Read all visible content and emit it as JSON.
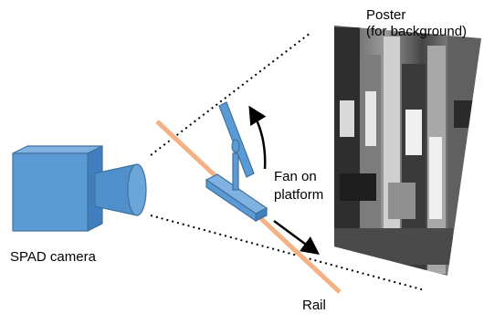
{
  "labels": {
    "poster_line1": "Poster",
    "poster_line2": "(for background)",
    "fan_line1": "Fan on",
    "fan_line2": "platform",
    "camera": "SPAD camera",
    "rail": "Rail"
  },
  "colors": {
    "camera_fill": "#5b9bd5",
    "camera_stroke": "#41719c",
    "fan_fill": "#5b9bd5",
    "rail": "#f4b183",
    "view_lines": "#000000"
  },
  "icons": {
    "camera": "spad-camera-icon",
    "fan": "fan-icon",
    "poster": "city-poster-image"
  }
}
